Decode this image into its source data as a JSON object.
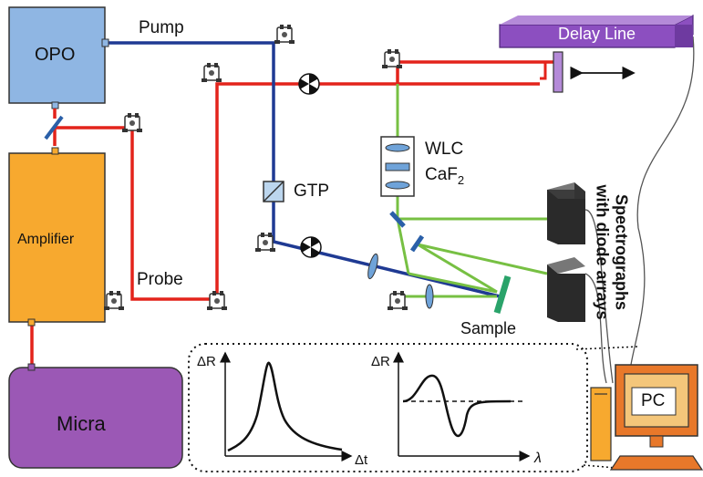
{
  "components": {
    "opo": "OPO",
    "amplifier": "Amplifier",
    "micra": "Micra",
    "delay_line": "Delay Line",
    "gtp": "GTP",
    "wlc_line1": "WLC",
    "wlc_line2_base": "CaF",
    "wlc_line2_sub": "2",
    "sample": "Sample",
    "spectrographs_line1": "Spectrographs",
    "spectrographs_line2": "with diode arrays",
    "pc": "PC"
  },
  "beams": {
    "pump": "Pump",
    "probe": "Probe"
  },
  "plots": {
    "left": {
      "ylabel": "ΔR",
      "xlabel": "Δt"
    },
    "right": {
      "ylabel": "ΔR",
      "xlabel": "λ"
    }
  },
  "colors": {
    "probe_beam": "#e3231b",
    "pump_beam": "#1f3a93",
    "wlc_beam": "#77c043",
    "opo_fill": "#8fb6e3",
    "amplifier_fill": "#f7a92f",
    "micra_fill": "#9b58b5",
    "delay_line_fill": "#8c4fc0"
  }
}
